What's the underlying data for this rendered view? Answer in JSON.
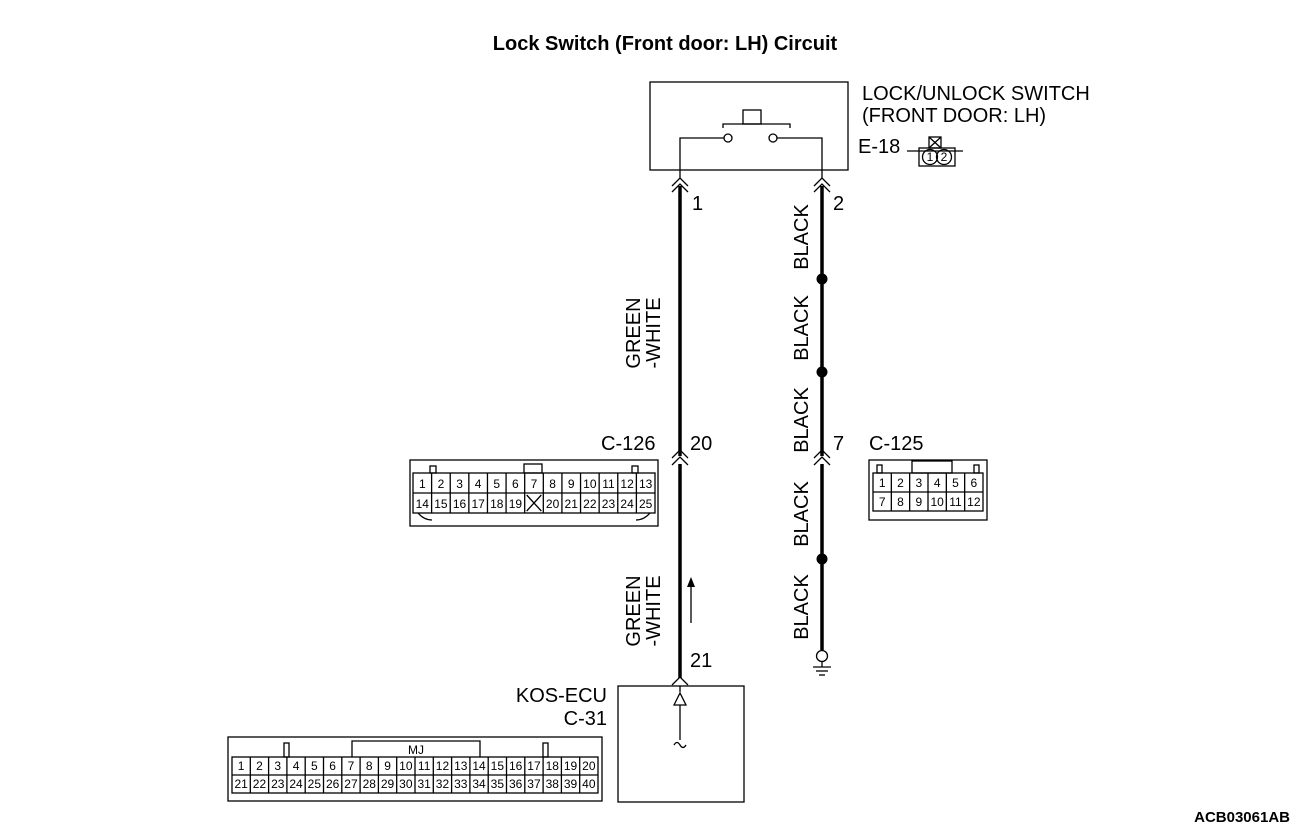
{
  "title": "Lock Switch (Front door: LH) Circuit",
  "switch": {
    "name_line1": "LOCK/UNLOCK SWITCH",
    "name_line2": "(FRONT DOOR: LH)",
    "connector": "E-18",
    "pins": [
      "1",
      "2"
    ]
  },
  "ecu": {
    "name": "KOS-ECU",
    "connector": "C-31",
    "header_label": "MJ",
    "pins_row1": [
      "1",
      "2",
      "3",
      "4",
      "5",
      "6",
      "7",
      "8",
      "9",
      "10",
      "11",
      "12",
      "13",
      "14",
      "15",
      "16",
      "17",
      "18",
      "19",
      "20"
    ],
    "pins_row2": [
      "21",
      "22",
      "23",
      "24",
      "25",
      "26",
      "27",
      "28",
      "29",
      "30",
      "31",
      "32",
      "33",
      "34",
      "35",
      "36",
      "37",
      "38",
      "39",
      "40"
    ]
  },
  "connector_c126": {
    "name": "C-126",
    "pins_row1": [
      "1",
      "2",
      "3",
      "4",
      "5",
      "6",
      "7",
      "8",
      "9",
      "10",
      "11",
      "12",
      "13"
    ],
    "pins_row2": [
      "14",
      "15",
      "16",
      "17",
      "18",
      "19",
      "",
      "20",
      "21",
      "22",
      "23",
      "24",
      "25"
    ]
  },
  "connector_c125": {
    "name": "C-125",
    "pins_row1": [
      "1",
      "2",
      "3",
      "4",
      "5",
      "6"
    ],
    "pins_row2": [
      "7",
      "8",
      "9",
      "10",
      "11",
      "12"
    ]
  },
  "wires": {
    "left": {
      "pin_switch": "1",
      "pin_c126": "20",
      "pin_ecu": "21",
      "color_upper_line1": "GREEN",
      "color_upper_line2": "-WHITE",
      "color_lower_line1": "GREEN",
      "color_lower_line2": "-WHITE"
    },
    "right": {
      "pin_switch": "2",
      "pin_c125": "7",
      "colors": [
        "BLACK",
        "BLACK",
        "BLACK",
        "BLACK",
        "BLACK"
      ]
    }
  },
  "figure_code": "ACB03061AB"
}
